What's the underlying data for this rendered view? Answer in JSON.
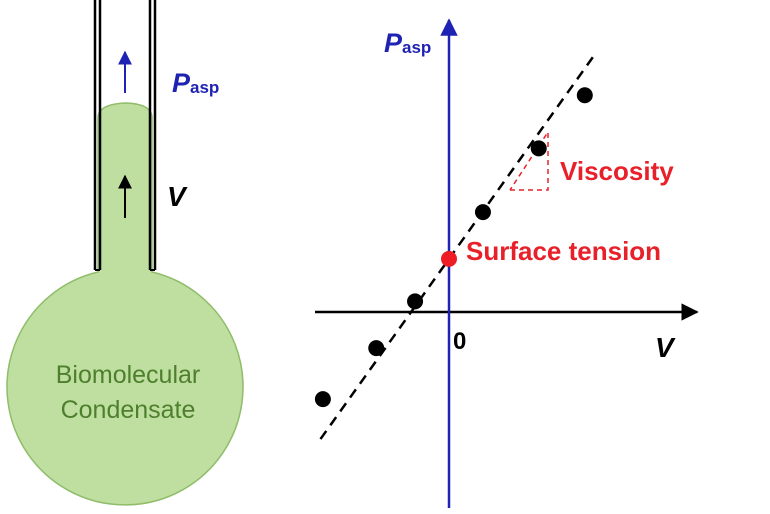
{
  "diagram": {
    "condensate_label_line1": "Biomolecular",
    "condensate_label_line2": "Condensate",
    "pressure_symbol": "P",
    "pressure_subscript": "asp",
    "velocity_symbol": "V",
    "origin_label": "0",
    "x_axis_label": "V",
    "y_axis_symbol": "P",
    "y_axis_subscript": "asp",
    "slope_label": "Viscosity",
    "intercept_label": "Surface tension"
  },
  "chart_data": {
    "type": "scatter",
    "x": [
      -2.6,
      -1.5,
      -0.7,
      0.7,
      1.85,
      2.8
    ],
    "y": [
      -2.05,
      -0.85,
      0.25,
      2.35,
      3.85,
      5.1
    ],
    "fit": {
      "slope": 1.6,
      "intercept": 1.25,
      "style": "dashed"
    },
    "intercept_point": {
      "x": 0,
      "y": 1.25
    },
    "xlabel": "V",
    "ylabel": "Pasp",
    "grid": false,
    "colors": {
      "points": "#000000",
      "intercept": "#ee1c25",
      "y_axis": "#1f23b3",
      "labels_red": "#e8202a",
      "condensate_fill": "#bfdfa0"
    }
  }
}
